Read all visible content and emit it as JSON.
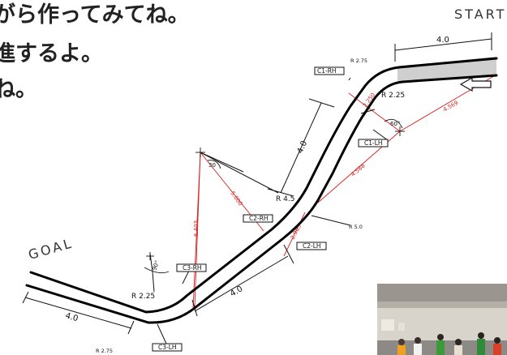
{
  "instructions": {
    "line1": "がら作ってみてね。",
    "line2": "進するよ。",
    "line3": "ね。"
  },
  "course": {
    "start": "START",
    "goal": "GOAL",
    "dims": {
      "start_straight": "4.0",
      "middle_straight": "4.0",
      "lower_straight": "4.0",
      "goal_straight": "4.0"
    },
    "radii": {
      "c1_rh": "R 2.75",
      "c1_lh": "R 2.25",
      "c2_rh": "R 4.5",
      "c2_lh": "R 5.0",
      "c3_rh": "R 2.25",
      "c3_lh": "R 2.75"
    },
    "angles": {
      "c1": "60°",
      "c2": "30",
      "c3": "90°"
    },
    "curve_labels": {
      "c1_rh": "C1-RH",
      "c1_lh": "C1-LH",
      "c2_rh": "C2-RH",
      "c2_lh": "C2-LH",
      "c3_rh": "C3-RH",
      "c3_lh": "C3-LH"
    },
    "red_dims": {
      "c1_chord": "2.250",
      "start_diag": "4.569",
      "long_diag": "4.588",
      "c2_vertical": "6.403",
      "c2_radius": "5.000",
      "c2_small": "2.985"
    },
    "colors": {
      "track": "#000000",
      "dimension": "#d92020",
      "start_block": "#cfcfcf"
    },
    "icons": [
      "direction-arrow-icon"
    ]
  }
}
